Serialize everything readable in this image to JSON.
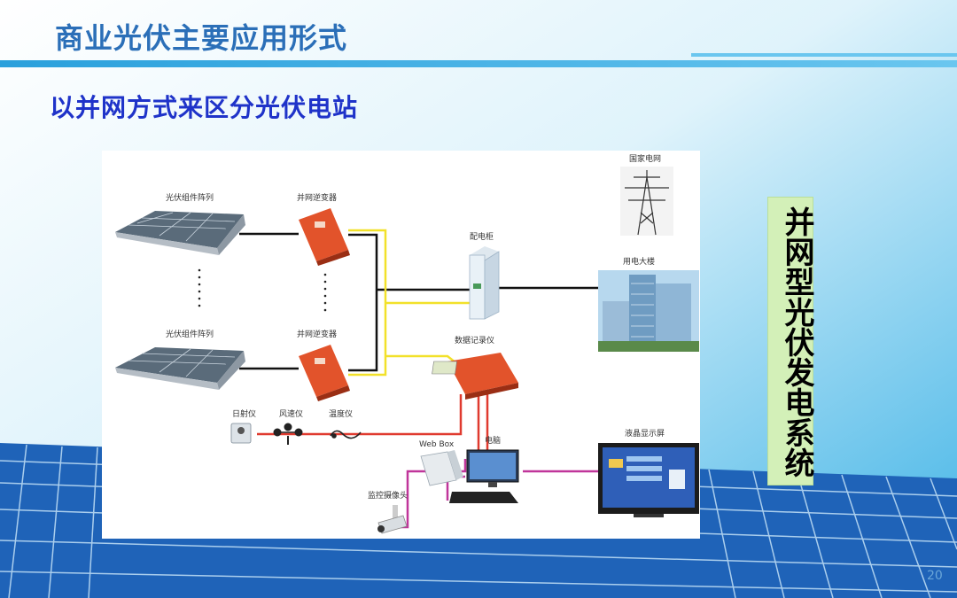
{
  "slide": {
    "title": "商业光伏主要应用形式",
    "subtitle": "以并网方式来区分光伏电站",
    "side_label": "并网型光伏发电系统",
    "page_number": "20"
  },
  "diagram": {
    "labels": {
      "pv_array_top": "光伏组件阵列",
      "inverter_top": "并网逆变器",
      "pv_array_bottom": "光伏组件阵列",
      "inverter_bottom": "并网逆变器",
      "distribution_cabinet": "配电柜",
      "national_grid": "国家电网",
      "building": "用电大楼",
      "data_logger": "数据记录仪",
      "irradiance_meter": "日射仪",
      "anemometer": "风速仪",
      "thermometer": "温度仪",
      "computer": "电脑",
      "web_box": "Web Box",
      "camera": "监控摄像头",
      "lcd_screen": "液晶显示屏"
    }
  },
  "colors": {
    "title": "#2b6fb8",
    "subtitle": "#1f33c9",
    "dc_wire": "#111111",
    "ac_wire": "#f2e12a",
    "sensor_wire": "#e03a2f",
    "display_wire": "#c0359a",
    "inverter": "#e2532b",
    "side_box": "#d3f0b8"
  }
}
